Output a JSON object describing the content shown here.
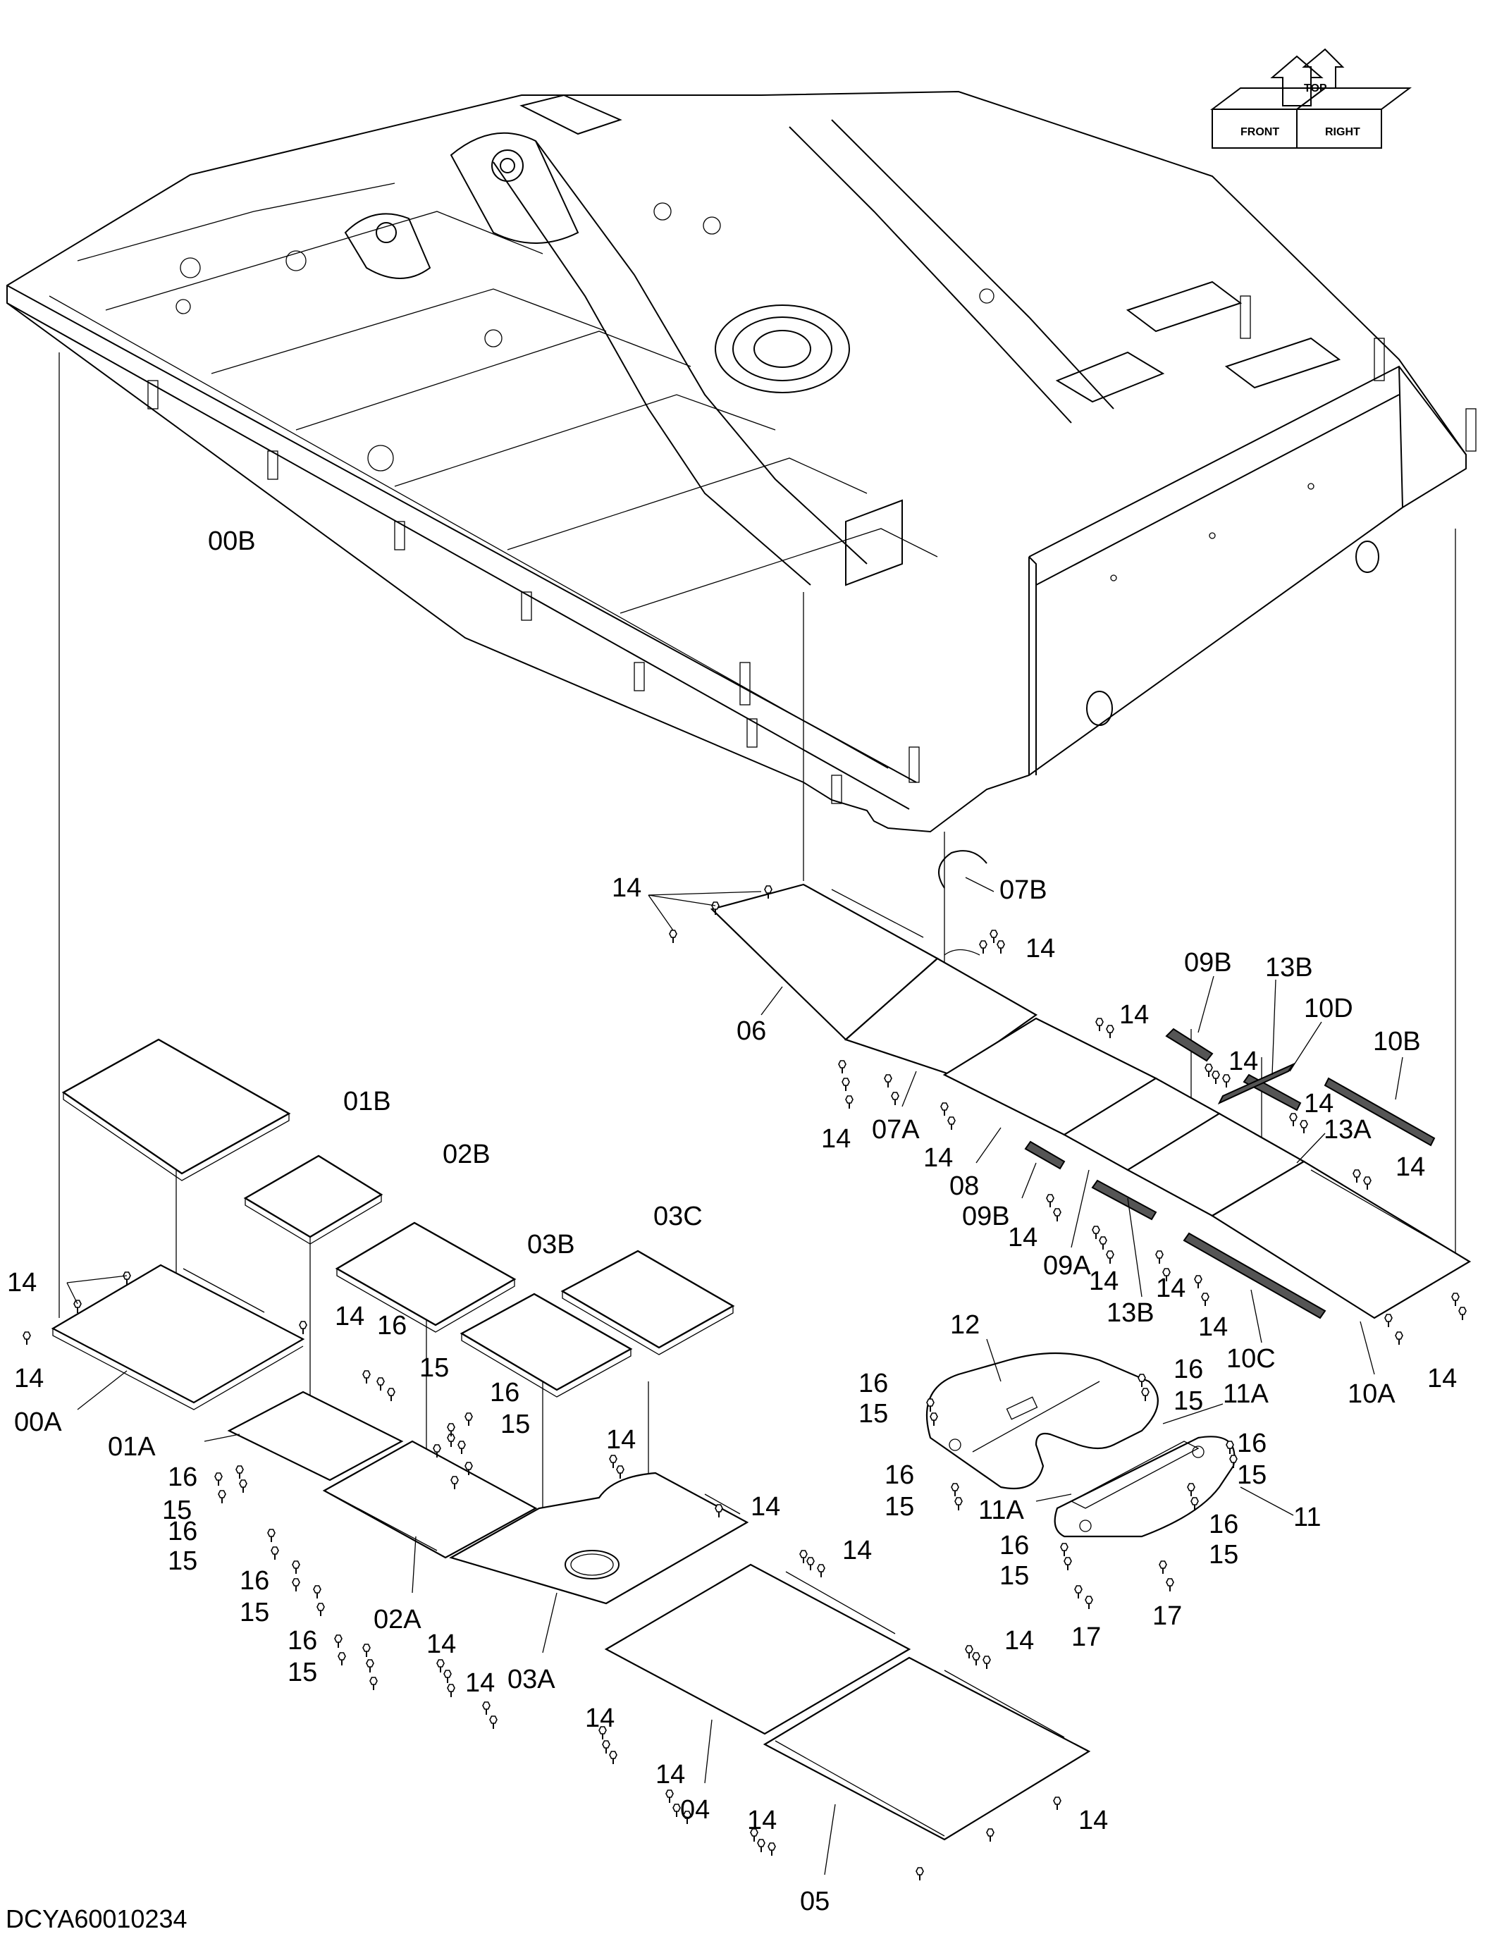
{
  "drawing": {
    "code": "DCYA60010234",
    "orientation": {
      "top": "TOP",
      "front": "FRONT",
      "right": "RIGHT"
    }
  },
  "callouts": {
    "l00B": "00B",
    "l01B": "01B",
    "l02B": "02B",
    "l03B": "03B",
    "l03C": "03C",
    "l00A": "00A",
    "l01A": "01A",
    "l02A": "02A",
    "l03A": "03A",
    "l04": "04",
    "l05": "05",
    "l06": "06",
    "l07A": "07A",
    "l07B": "07B",
    "l08": "08",
    "l09A": "09A",
    "l09B_top": "09B",
    "l09B_low": "09B",
    "l10A": "10A",
    "l10B": "10B",
    "l10C": "10C",
    "l10D": "10D",
    "l11": "11",
    "l11A_top": "11A",
    "l11A_low": "11A",
    "l12": "12",
    "l13A": "13A",
    "l13B_top": "13B",
    "l13B_low": "13B",
    "l14": "14",
    "l15": "15",
    "l16": "16",
    "l17": "17"
  }
}
